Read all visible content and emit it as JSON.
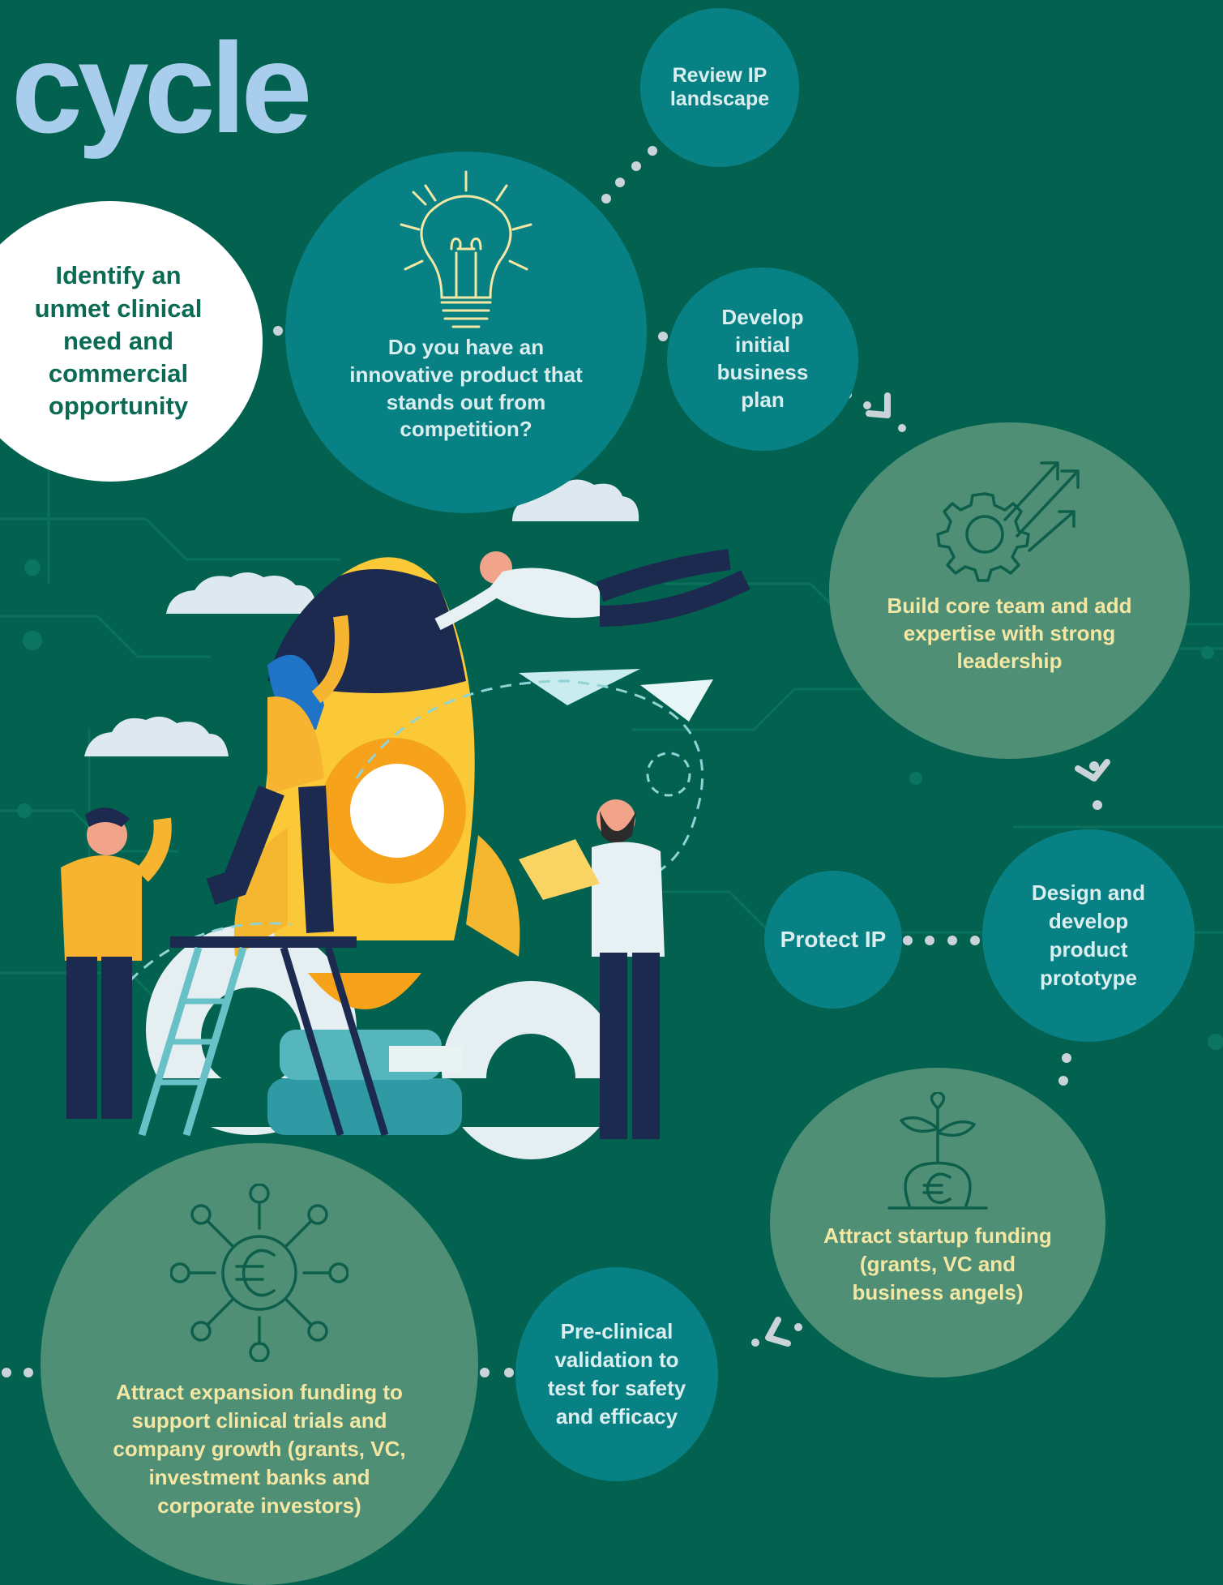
{
  "title": "cycle",
  "colors": {
    "background": "#03614f",
    "title": "#a9cdec",
    "teal_node": "#088185",
    "sage_node": "#4f8f76",
    "teal_text": "#dbeeef",
    "sage_text": "#f4e7a4",
    "white_text": "#0a6a54",
    "connector": "#c9d3d8"
  },
  "nodes": {
    "unmet_need": "Identify an unmet clinical need and commercial opportunity",
    "innovative_product": "Do you have an innovative product that stands out from competition?",
    "review_ip": "Review IP landscape",
    "business_plan": "Develop initial business plan",
    "core_team": "Build core team and add expertise with strong leadership",
    "design_prototype": "Design and develop product prototype",
    "protect_ip": "Protect IP",
    "startup_funding": "Attract startup funding (grants, VC and business angels)",
    "preclinical": "Pre-clinical validation to test for safety and efficacy",
    "expansion_funding": "Attract expansion funding to support clinical trials and company growth (grants, VC, investment banks and corporate investors)"
  },
  "icons": {
    "innovative_product": "lightbulb-icon",
    "core_team": "gear-growth-arrows-icon",
    "startup_funding": "euro-plant-sprout-icon",
    "expansion_funding": "euro-network-icon"
  },
  "illustration": "startup-team-rocket-illustration"
}
